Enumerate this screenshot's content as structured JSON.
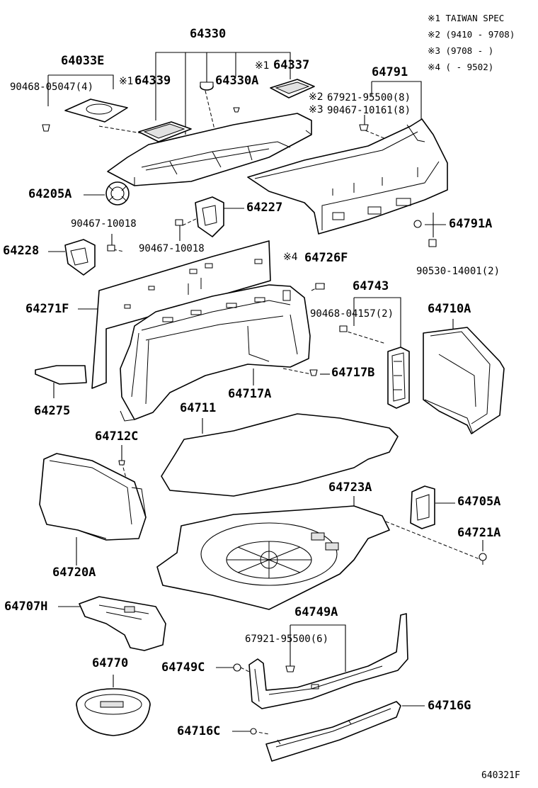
{
  "legend": [
    "※1 TAIWAN SPEC",
    "※2 (9410 - 9708)",
    "※3 (9708 -     )",
    "※4 (     - 9502)"
  ],
  "labels": {
    "p64330": "64330",
    "p64033E": "64033E",
    "p90468_05047": "90468-05047(4)",
    "m1a": "※1",
    "p64339": "64339",
    "p64330A": "64330A",
    "m1b": "※1",
    "p64337": "64337",
    "p64791": "64791",
    "m2": "※2",
    "p67921_95500_8": "67921-95500(8)",
    "m3": "※3",
    "p90467_10161": "90467-10161(8)",
    "p64205A": "64205A",
    "p64227": "64227",
    "p90467_10018a": "90467-10018",
    "p64791A": "64791A",
    "p64228": "64228",
    "p90467_10018b": "90467-10018",
    "m4": "※4",
    "p64726F": "64726F",
    "p90530_14001": "90530-14001(2)",
    "p64743": "64743",
    "p64271F": "64271F",
    "p90468_04157": "90468-04157(2)",
    "p64710A": "64710A",
    "p64717B": "64717B",
    "p64275": "64275",
    "p64717A": "64717A",
    "p64711": "64711",
    "p64712C": "64712C",
    "p64723A": "64723A",
    "p64705A": "64705A",
    "p64721A": "64721A",
    "p64720A": "64720A",
    "p64707H": "64707H",
    "p64749A": "64749A",
    "p67921_95500_6": "67921-95500(6)",
    "p64770": "64770",
    "p64749C": "64749C",
    "p64716G": "64716G",
    "p64716C": "64716C"
  },
  "figure_id": "640321F"
}
